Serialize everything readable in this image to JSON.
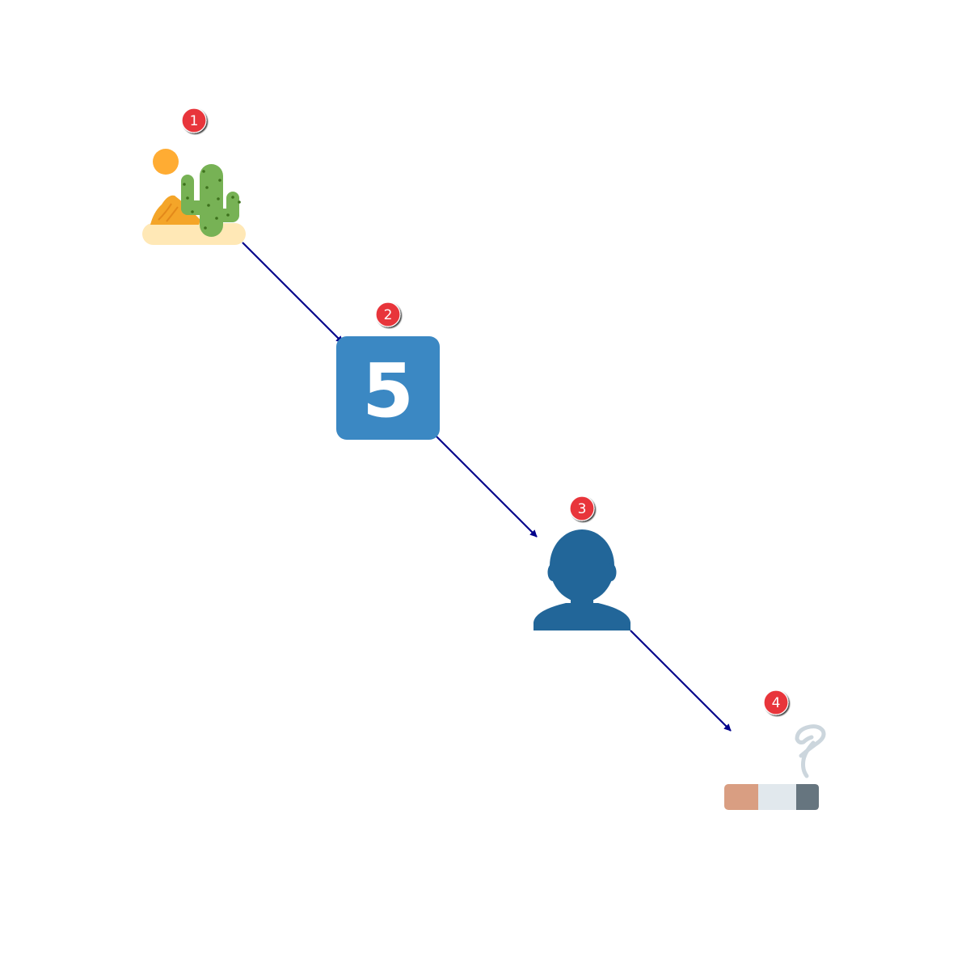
{
  "diagram": {
    "nodes": [
      {
        "id": "1",
        "badge": "1",
        "icon": "desert-cactus-icon"
      },
      {
        "id": "2",
        "badge": "2",
        "icon": "keycap-five-icon",
        "label": "5"
      },
      {
        "id": "3",
        "badge": "3",
        "icon": "person-silhouette-icon"
      },
      {
        "id": "4",
        "badge": "4",
        "icon": "cigarette-icon"
      }
    ],
    "edges": [
      {
        "from": "1",
        "to": "2"
      },
      {
        "from": "2",
        "to": "3"
      },
      {
        "from": "3",
        "to": "4"
      }
    ],
    "colors": {
      "arrow": "#00008b",
      "badge": "#e8343a",
      "keycap": "#3b88c3",
      "person": "#226699",
      "cactus": "#77b255",
      "sun": "#ffac33",
      "sand": "#ffe8b6",
      "cigarette_filter": "#d99e82",
      "cigarette_paper": "#e1e8ed",
      "cigarette_ash": "#66757f",
      "smoke": "#ccd6dd"
    }
  }
}
